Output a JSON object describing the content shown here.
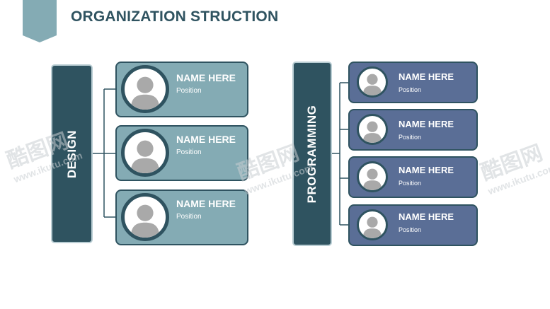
{
  "title": "ORGANIZATION STRUCTION",
  "colors": {
    "dark": "#2f5360",
    "design_card": "#84abb4",
    "programming_card": "#5a6e96",
    "avatar_figure": "#a9a9a9"
  },
  "departments": [
    {
      "label": "DESIGN",
      "members": [
        {
          "name": "NAME HERE",
          "position": "Position"
        },
        {
          "name": "NAME HERE",
          "position": "Position"
        },
        {
          "name": "NAME HERE",
          "position": "Position"
        }
      ]
    },
    {
      "label": "PROGRAMMING",
      "members": [
        {
          "name": "NAME HERE",
          "position": "Position"
        },
        {
          "name": "NAME HERE",
          "position": "Position"
        },
        {
          "name": "NAME HERE",
          "position": "Position"
        },
        {
          "name": "NAME HERE",
          "position": "Position"
        }
      ]
    }
  ],
  "watermark": {
    "brand": "酷图网",
    "url": "www.ikutu.com"
  }
}
